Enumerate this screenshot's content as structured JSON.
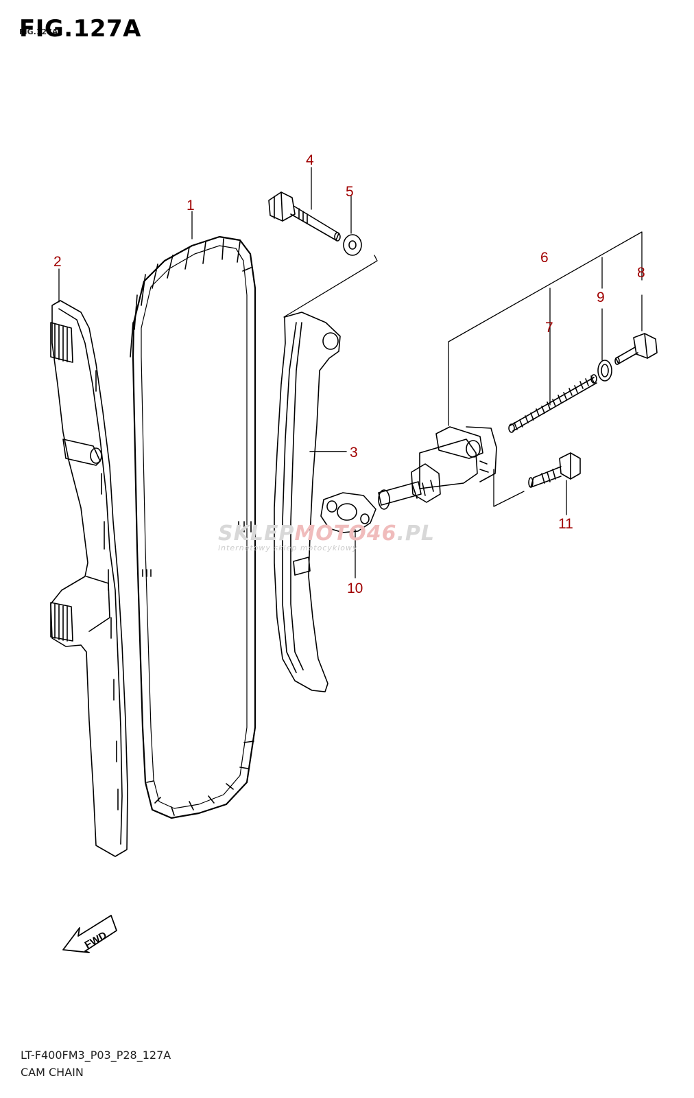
{
  "figure": {
    "title": "FIG.127A",
    "subtitle": "FIG.127A",
    "code": "LT-F400FM3_P03_P28_127A",
    "name": "CAM CHAIN"
  },
  "callouts": [
    "1",
    "2",
    "3",
    "4",
    "5",
    "6",
    "7",
    "8",
    "9",
    "10",
    "11"
  ],
  "badge": {
    "fwd": "FWD"
  },
  "watermark": {
    "brand": "SKLEP",
    "accent": "MOTO46",
    "tld": ".PL",
    "tagline": "internetowy sklep motocyklowy"
  },
  "colors": {
    "line": "#000000",
    "callout": "#a00000",
    "watermark": "#d8d8d8"
  }
}
